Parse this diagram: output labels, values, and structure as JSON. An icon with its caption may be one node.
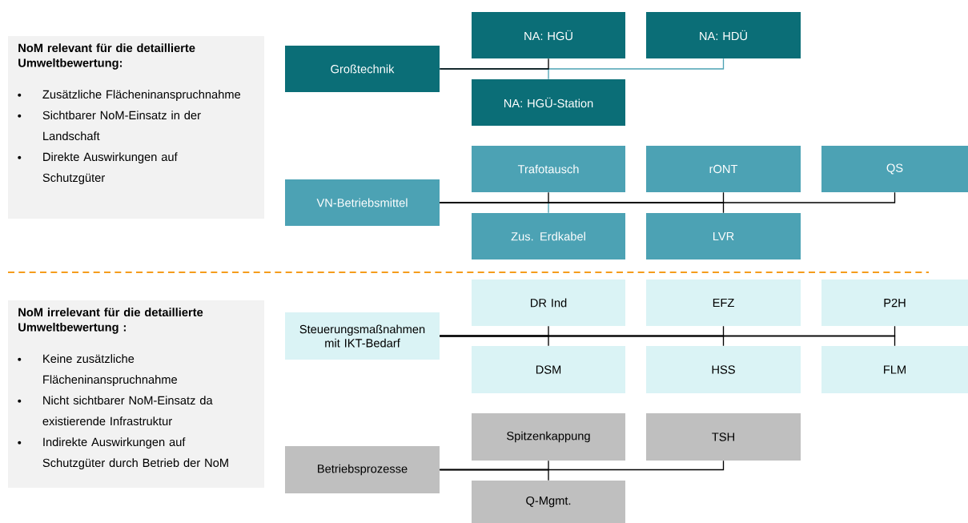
{
  "diagram": {
    "nodes": [
      {
        "text": [
          "NoM relevant für die detaillierte Umweltbewertung:",
          "Zusätzliche Flächeninanspruchnahme",
          "Sichtbarer NoM-Einsatz in der Landschaft",
          "Direkte Auswirkungen auf Schutzgüter"
        ]
      },
      {
        "text": [
          "Großtechnik"
        ]
      },
      {
        "text": [
          "NA: HGÜ"
        ]
      },
      {
        "text": [
          "NA: HDÜ"
        ]
      },
      {
        "text": [
          "NA: HGÜ-Station"
        ]
      },
      {
        "text": [
          "VN-Betriebsmittel"
        ]
      },
      {
        "text": [
          "Trafotausch"
        ]
      },
      {
        "text": [
          "rONT"
        ]
      },
      {
        "text": [
          "QS"
        ]
      },
      {
        "text": [
          "Zus. Erdkabel"
        ]
      },
      {
        "text": [
          "LVR"
        ]
      },
      {
        "text": [
          "NoM irrelevant für die detaillierte Umweltbewertung :",
          "Keine zusätzliche Flächeninanspruchnahme",
          "Nicht sichtbarer NoM-Einsatz da existierende Infrastruktur",
          "Indirekte Auswirkungen auf Schutzgüter durch Betrieb der NoM"
        ]
      },
      {
        "text": [
          "Steuerungsmaßnahmen mit IKT-Bedarf"
        ]
      },
      {
        "text": [
          "DR Ind"
        ]
      },
      {
        "text": [
          "EFZ"
        ]
      },
      {
        "text": [
          "P2H"
        ]
      },
      {
        "text": [
          "DSM"
        ]
      },
      {
        "text": [
          "HSS"
        ]
      },
      {
        "text": [
          "FLM"
        ]
      },
      {
        "text": [
          "Betriebsprozesse"
        ]
      },
      {
        "text": [
          "Spitzenkappung"
        ]
      },
      {
        "text": [
          "TSH"
        ]
      },
      {
        "text": [
          "Q-Mgmt."
        ]
      }
    ],
    "edges": [
      {
        "from": 1,
        "to": 2,
        "arrow": "none"
      },
      {
        "from": 1,
        "to": 3,
        "arrow": "none",
        "color": "#4ca2b4"
      },
      {
        "from": 1,
        "to": 4,
        "arrow": "none",
        "color": "#4ca2b4"
      },
      {
        "from": 5,
        "to": 6,
        "arrow": "none"
      },
      {
        "from": 5,
        "to": 7,
        "arrow": "none"
      },
      {
        "from": 5,
        "to": 8,
        "arrow": "none"
      },
      {
        "from": 5,
        "to": 9,
        "arrow": "none",
        "color": "#4ca2b4"
      },
      {
        "from": 5,
        "to": 10,
        "arrow": "none"
      },
      {
        "from": 12,
        "to": 13,
        "arrow": "none"
      },
      {
        "from": 12,
        "to": 14,
        "arrow": "none"
      },
      {
        "from": 12,
        "to": 15,
        "arrow": "none"
      },
      {
        "from": 12,
        "to": 16,
        "arrow": "none"
      },
      {
        "from": 12,
        "to": 17,
        "arrow": "none"
      },
      {
        "from": 12,
        "to": 18,
        "arrow": "none"
      },
      {
        "from": 19,
        "to": 20,
        "arrow": "none"
      },
      {
        "from": 19,
        "to": 21,
        "arrow": "none"
      },
      {
        "from": 19,
        "to": 22,
        "arrow": "none"
      }
    ]
  }
}
